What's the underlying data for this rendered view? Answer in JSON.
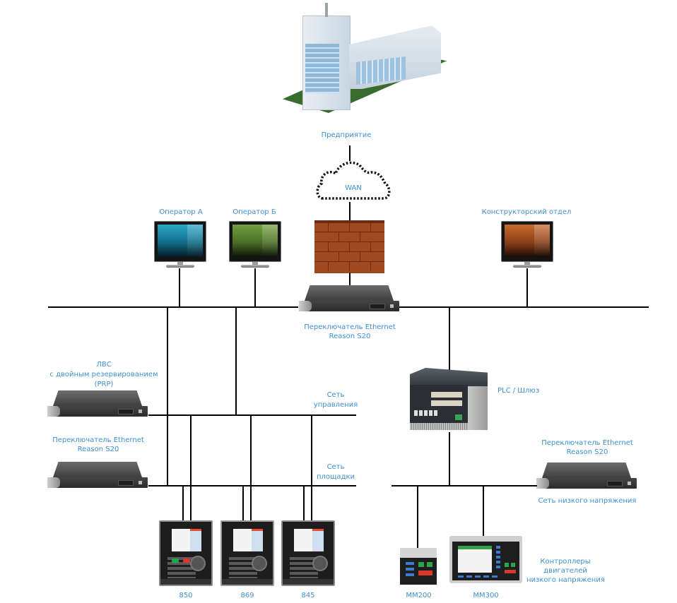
{
  "nodes": {
    "enterprise": "Предприятие",
    "wan": "WAN",
    "operator_a": "Оператор А",
    "operator_b": "Оператор Б",
    "engineering": "Конструкторский отдел",
    "main_switch": [
      "Переключатель Ethernet",
      "Reason S20"
    ],
    "prp_lan": [
      "ЛВС",
      "с двойным резервированием",
      "(PRP)"
    ],
    "left_switch": [
      "Переключатель Ethernet",
      "Reason S20"
    ],
    "control_network": [
      "Сеть",
      "управления"
    ],
    "station_network": [
      "Сеть",
      "площадки"
    ],
    "plc": "PLC / Шлюз",
    "lv_switch": [
      "Переключатель Ethernet",
      "Reason S20"
    ],
    "lv_network": "Сеть низкого напряжения",
    "relays": [
      "850",
      "869",
      "845"
    ],
    "mm200": "MM200",
    "mm300": "MM300",
    "motor_controllers": [
      "Контроллеры",
      "двигателей",
      "низкого напряжения"
    ]
  },
  "colors": {
    "label": "#3d8fcf",
    "operator_a_screen": "#1e8fb0",
    "operator_b_screen": "#5f8a32",
    "engineering_screen": "#b5592a",
    "firewall": "#a0481f"
  }
}
